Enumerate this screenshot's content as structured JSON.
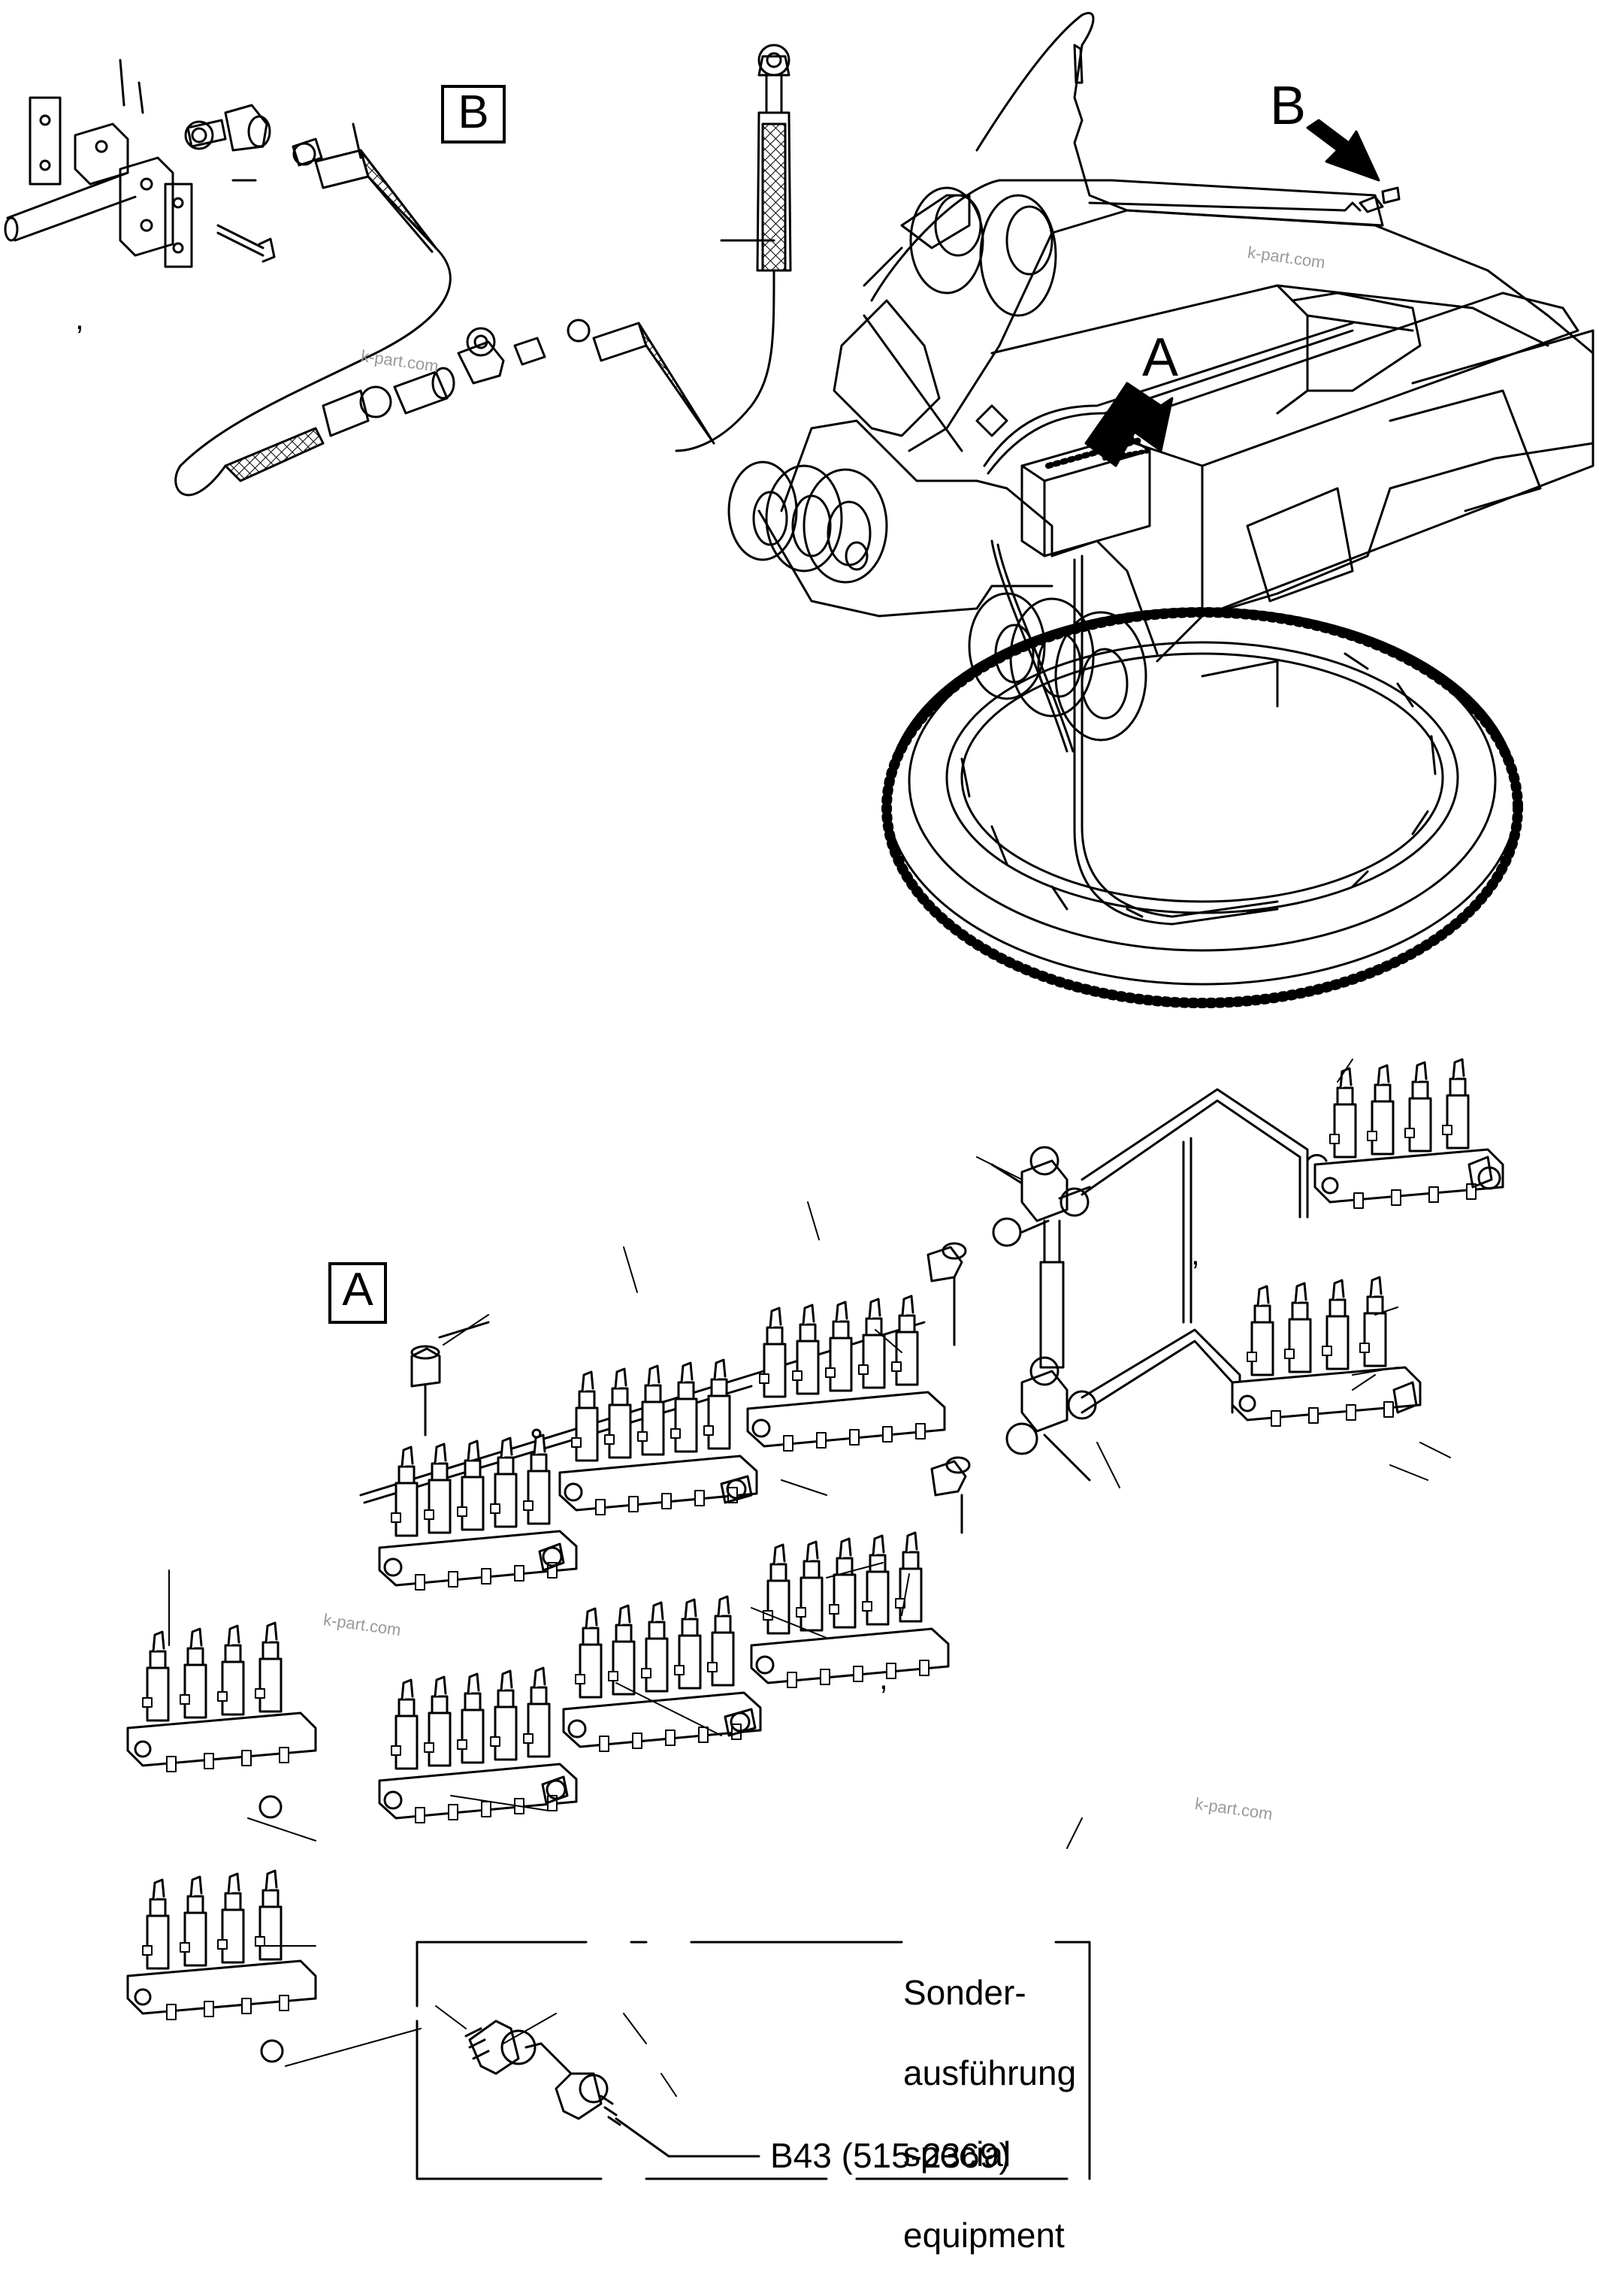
{
  "labels": {
    "detail_b_box": "B",
    "detail_a_box": "A",
    "arrow_a": "A",
    "arrow_b": "B"
  },
  "watermark": "k-part.com",
  "special_note": {
    "line1": "Sonder-",
    "line2": "ausführung",
    "line3": "special",
    "line4": "equipment"
  },
  "part_ref": "B43 (515-2369)",
  "tick_mark": ","
}
